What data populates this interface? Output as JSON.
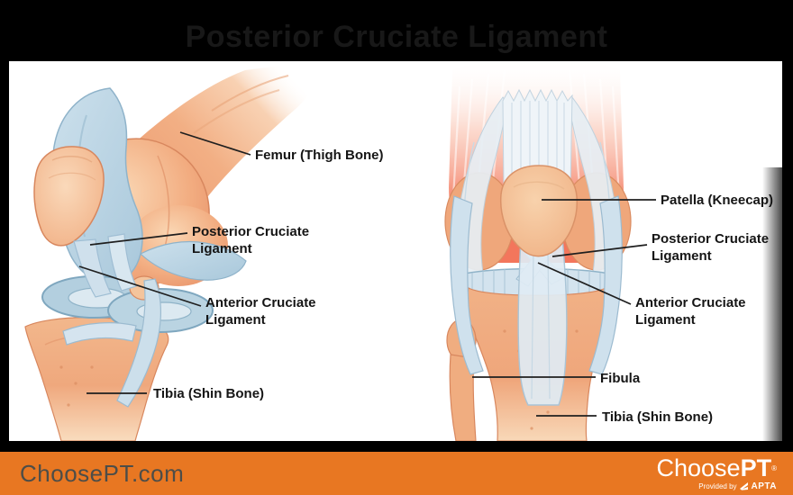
{
  "title": "Posterior Cruciate Ligament",
  "left_panel": {
    "labels": [
      "Femur (Thigh Bone)",
      "Posterior Cruciate Ligament",
      "Anterior Cruciate Ligament",
      "Tibia (Shin Bone)"
    ]
  },
  "right_panel": {
    "labels": [
      "Patella (Kneecap)",
      "Posterior Cruciate Ligament",
      "Anterior Cruciate Ligament",
      "Fibula",
      "Tibia (Shin Bone)"
    ]
  },
  "footer": {
    "website": "ChoosePT.com",
    "logo": {
      "choose": "Choose",
      "pt": "PT",
      "trademark": "®"
    },
    "provided_by": "Provided by",
    "apta": "APTA"
  },
  "colors": {
    "footer_orange": "#E87722",
    "footer_text": "#4D4D48",
    "bone": "#EFA077",
    "bone_highlight": "#F9D2AE",
    "cartilage_blue": "#BCD6E5",
    "ligament_blue": "#D9E7F0",
    "muscle_red": "#F3755C",
    "title_gray": "#181818",
    "label_black": "#151515"
  }
}
